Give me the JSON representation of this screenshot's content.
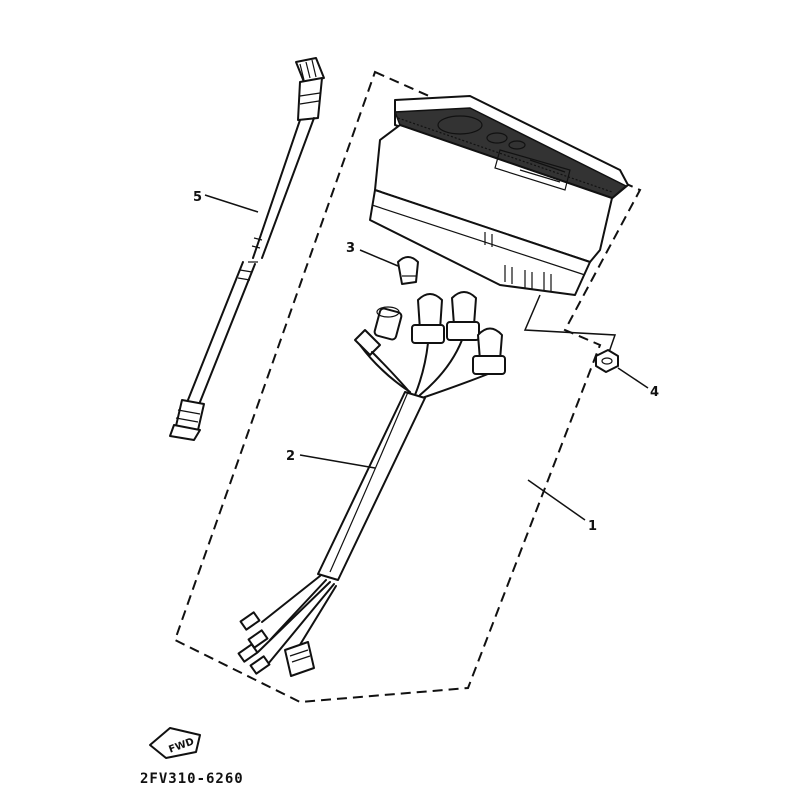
{
  "callouts": [
    {
      "number": "1",
      "part": "meter-assembly"
    },
    {
      "number": "2",
      "part": "wire-harness"
    },
    {
      "number": "3",
      "part": "bulb"
    },
    {
      "number": "4",
      "part": "nut"
    },
    {
      "number": "5",
      "part": "cable"
    }
  ],
  "direction_marker": "FWD",
  "diagram_code": "2FV310-6260"
}
